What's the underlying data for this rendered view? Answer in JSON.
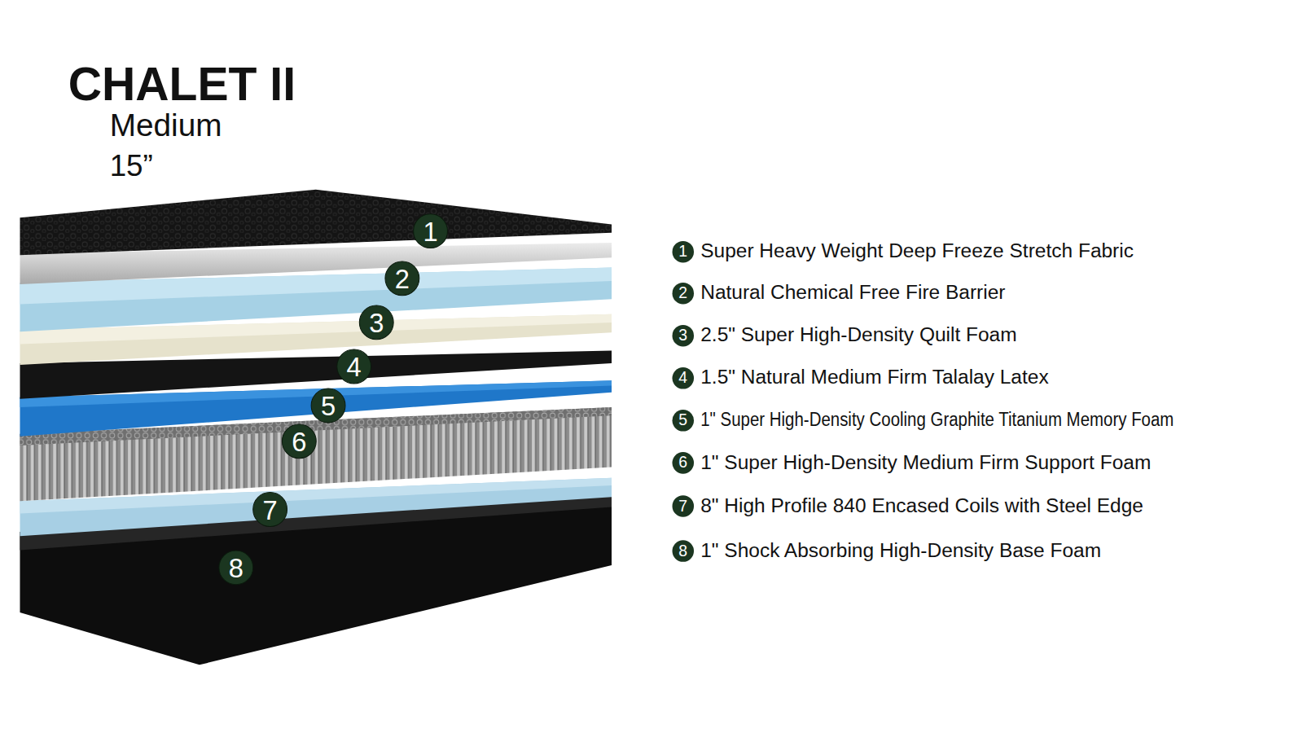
{
  "diagram": {
    "title": "CHALET II",
    "labels": [
      "Medium",
      "15”",
      "1",
      "2",
      "3",
      "4",
      "5",
      "6",
      "7",
      "8",
      "1",
      "Super Heavy Weight Deep Freeze Stretch Fabric",
      "2",
      "Natural Chemical Free Fire Barrier",
      "3",
      "2.5\" Super High-Density Quilt Foam",
      "4",
      "1.5\" Natural Medium Firm Talalay Latex",
      "5",
      "1\" Super High-Density Cooling Graphite Titanium Memory Foam",
      "6",
      "1\" Super High-Density Medium Firm Support Foam",
      "7",
      "8\" High Profile 840 Encased Coils with Steel Edge",
      "8",
      "1\" Shock Absorbing High-Density Base Foam"
    ]
  }
}
